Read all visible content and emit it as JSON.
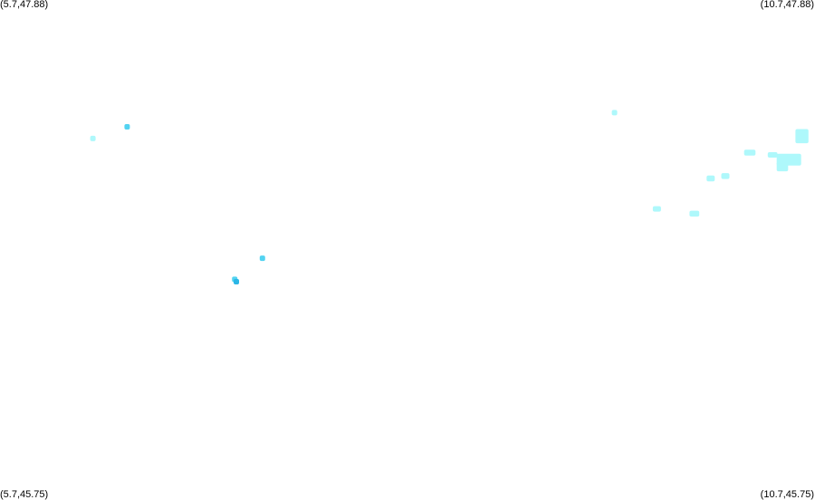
{
  "corners": {
    "top_left": "(5.7,47.88)",
    "top_right": "(10.7,47.88)",
    "bottom_left": "(5.7,45.75)",
    "bottom_right": "(10.7,45.75)"
  },
  "bounds": {
    "lon_min": 5.7,
    "lon_max": 10.7,
    "lat_min": 45.75,
    "lat_max": 47.88
  },
  "colors": {
    "background": "#ffffff",
    "light": "#aef8fb",
    "mid": "#53d3f1",
    "dark": "#2ab6e6"
  },
  "features": [
    {
      "id": "w1",
      "lon": 6.27,
      "lat": 47.29,
      "w": 0.03,
      "h": 0.015,
      "level": "light"
    },
    {
      "id": "w2",
      "lon": 6.48,
      "lat": 47.34,
      "w": 0.025,
      "h": 0.012,
      "level": "mid"
    },
    {
      "id": "w3",
      "lon": 7.31,
      "lat": 46.78,
      "w": 0.03,
      "h": 0.015,
      "level": "mid"
    },
    {
      "id": "w4",
      "lon": 7.14,
      "lat": 46.69,
      "w": 0.03,
      "h": 0.015,
      "level": "mid"
    },
    {
      "id": "w4b",
      "lon": 7.15,
      "lat": 46.68,
      "w": 0.015,
      "h": 0.01,
      "level": "dark"
    },
    {
      "id": "w5",
      "lon": 9.47,
      "lat": 47.4,
      "w": 0.03,
      "h": 0.017,
      "level": "light"
    },
    {
      "id": "w6",
      "lon": 10.3,
      "lat": 47.23,
      "w": 0.07,
      "h": 0.025,
      "level": "light"
    },
    {
      "id": "w7",
      "lon": 10.54,
      "lat": 47.2,
      "w": 0.15,
      "h": 0.05,
      "level": "light"
    },
    {
      "id": "w8",
      "lon": 10.62,
      "lat": 47.3,
      "w": 0.08,
      "h": 0.06,
      "level": "light"
    },
    {
      "id": "w9",
      "lon": 10.44,
      "lat": 47.22,
      "w": 0.06,
      "h": 0.02,
      "level": "light"
    },
    {
      "id": "w10",
      "lon": 10.15,
      "lat": 47.13,
      "w": 0.05,
      "h": 0.025,
      "level": "light"
    },
    {
      "id": "w11",
      "lon": 10.06,
      "lat": 47.12,
      "w": 0.05,
      "h": 0.025,
      "level": "light"
    },
    {
      "id": "w12",
      "lon": 9.96,
      "lat": 46.97,
      "w": 0.06,
      "h": 0.025,
      "level": "light"
    },
    {
      "id": "w13",
      "lon": 9.73,
      "lat": 46.99,
      "w": 0.05,
      "h": 0.01,
      "level": "light"
    },
    {
      "id": "w14",
      "lon": 10.5,
      "lat": 47.17,
      "w": 0.07,
      "h": 0.04,
      "level": "light"
    }
  ]
}
